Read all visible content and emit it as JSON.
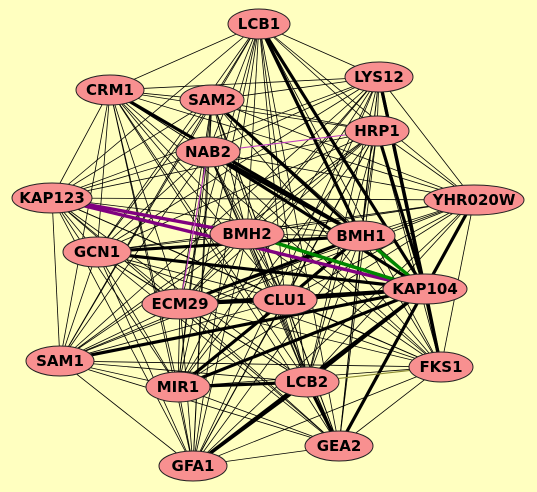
{
  "colors": {
    "background": "#ffffc0",
    "node_fill": "#f89090",
    "node_stroke": "#222222",
    "edge_default": "#000000",
    "edge_highlight_purple": "#800080",
    "edge_highlight_green": "#008800",
    "edge_highlight_magenta": "#c040c0",
    "edge_highlight_olive": "#8a8a30"
  },
  "nodes": [
    {
      "id": "LCB1",
      "label": "LCB1"
    },
    {
      "id": "LYS12",
      "label": "LYS12"
    },
    {
      "id": "CRM1",
      "label": "CRM1"
    },
    {
      "id": "SAM2",
      "label": "SAM2"
    },
    {
      "id": "HRP1",
      "label": "HRP1"
    },
    {
      "id": "NAB2",
      "label": "NAB2"
    },
    {
      "id": "KAP123",
      "label": "KAP123"
    },
    {
      "id": "YHR020W",
      "label": "YHR020W"
    },
    {
      "id": "BMH2",
      "label": "BMH2"
    },
    {
      "id": "BMH1",
      "label": "BMH1"
    },
    {
      "id": "GCN1",
      "label": "GCN1"
    },
    {
      "id": "KAP104",
      "label": "KAP104"
    },
    {
      "id": "CLU1",
      "label": "CLU1"
    },
    {
      "id": "ECM29",
      "label": "ECM29"
    },
    {
      "id": "SAM1",
      "label": "SAM1"
    },
    {
      "id": "FKS1",
      "label": "FKS1"
    },
    {
      "id": "MIR1",
      "label": "MIR1"
    },
    {
      "id": "LCB2",
      "label": "LCB2"
    },
    {
      "id": "GEA2",
      "label": "GEA2"
    },
    {
      "id": "GFA1",
      "label": "GFA1"
    }
  ],
  "thick_edges": [
    [
      "LCB1",
      "BMH1"
    ],
    [
      "LCB1",
      "KAP104"
    ],
    [
      "LYS12",
      "KAP104"
    ],
    [
      "LYS12",
      "FKS1"
    ],
    [
      "HRP1",
      "KAP104"
    ],
    [
      "NAB2",
      "KAP104"
    ],
    [
      "NAB2",
      "BMH1"
    ],
    [
      "SAM2",
      "BMH1"
    ],
    [
      "CRM1",
      "BMH1"
    ],
    [
      "YHR020W",
      "KAP104"
    ],
    [
      "KAP104",
      "CLU1"
    ],
    [
      "KAP104",
      "ECM29"
    ],
    [
      "KAP104",
      "MIR1"
    ],
    [
      "KAP104",
      "LCB2"
    ],
    [
      "KAP104",
      "GEA2"
    ],
    [
      "KAP104",
      "GFA1"
    ],
    [
      "KAP104",
      "FKS1"
    ],
    [
      "KAP104",
      "SAM1"
    ],
    [
      "GCN1",
      "KAP104"
    ],
    [
      "CLU1",
      "BMH1"
    ],
    [
      "ECM29",
      "CLU1"
    ],
    [
      "MIR1",
      "CLU1"
    ],
    [
      "LCB2",
      "GEA2"
    ],
    [
      "LCB2",
      "GFA1"
    ],
    [
      "GCN1",
      "BMH1"
    ],
    [
      "ECM29",
      "BMH1"
    ],
    [
      "BMH2",
      "KAP104"
    ],
    [
      "MIR1",
      "LCB2"
    ]
  ],
  "highlight_edges": [
    {
      "from": "KAP123",
      "to": "KAP104",
      "color": "purple"
    },
    {
      "from": "KAP123",
      "to": "BMH2",
      "color": "purple"
    },
    {
      "from": "BMH2",
      "to": "KAP104",
      "color": "green"
    },
    {
      "from": "BMH1",
      "to": "KAP104",
      "color": "green"
    },
    {
      "from": "NAB2",
      "to": "HRP1",
      "color": "magenta"
    },
    {
      "from": "NAB2",
      "to": "ECM29",
      "color": "magenta"
    },
    {
      "from": "LCB2",
      "to": "FKS1",
      "color": "olive"
    }
  ]
}
